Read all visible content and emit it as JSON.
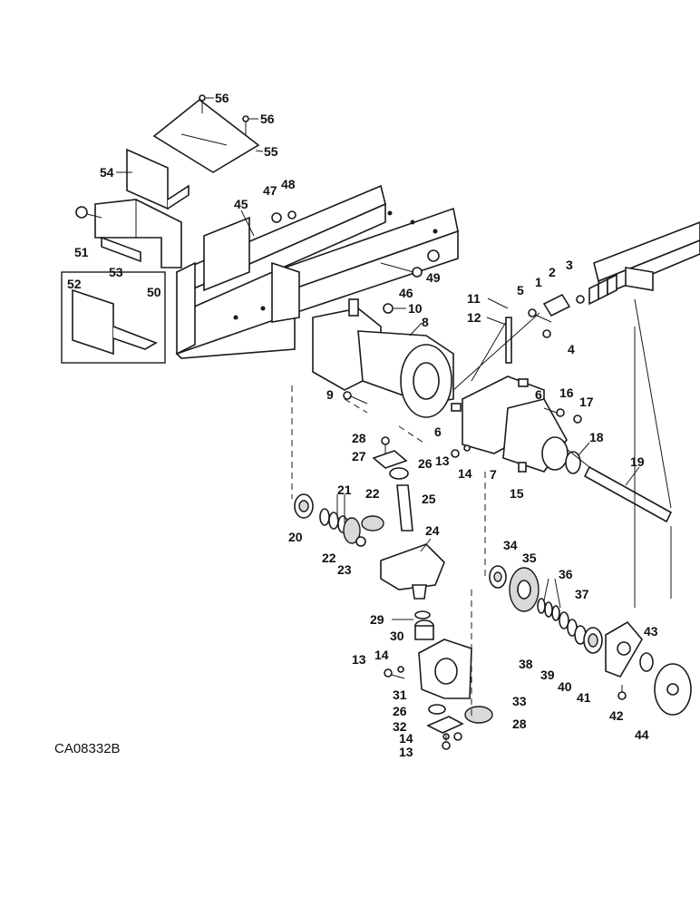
{
  "drawing_code": "CA08332B",
  "callouts": [
    "1",
    "2",
    "3",
    "4",
    "5",
    "6",
    "6",
    "7",
    "8",
    "9",
    "10",
    "11",
    "12",
    "13",
    "13",
    "13",
    "14",
    "14",
    "14",
    "15",
    "16",
    "17",
    "18",
    "19",
    "20",
    "21",
    "22",
    "22",
    "23",
    "24",
    "25",
    "26",
    "26",
    "27",
    "28",
    "28",
    "29",
    "30",
    "31",
    "32",
    "33",
    "34",
    "35",
    "36",
    "37",
    "38",
    "39",
    "40",
    "41",
    "42",
    "43",
    "44",
    "45",
    "46",
    "47",
    "48",
    "49",
    "50",
    "51",
    "52",
    "53",
    "54",
    "55",
    "56",
    "56"
  ]
}
